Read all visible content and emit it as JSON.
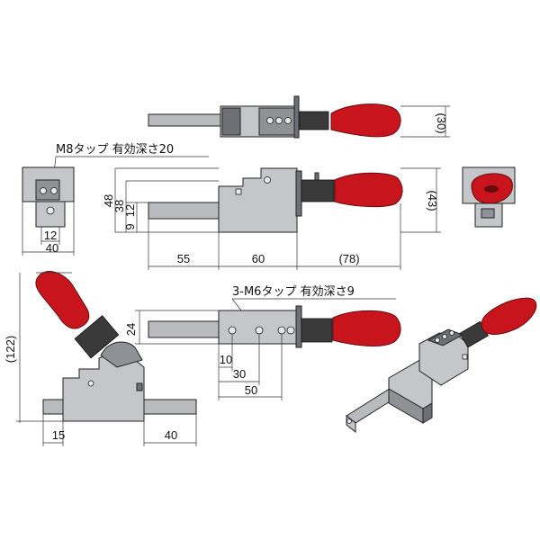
{
  "notes": {
    "top_tap": "M8タップ 有効深さ20",
    "mid_tap": "3-M6タップ 有効深さ9"
  },
  "dims": {
    "top_height": "(30)",
    "side_48": "48",
    "side_38": "38",
    "side_12": "12",
    "side_9": "9",
    "side_43": "(43)",
    "end_12": "12",
    "end_40": "40",
    "len_55": "55",
    "len_60": "60",
    "len_78": "(78)",
    "mid_24": "24",
    "mid_10": "10",
    "mid_30": "30",
    "mid_50": "50",
    "open_122": "(122)",
    "open_15": "15",
    "open_40": "40"
  },
  "colors": {
    "knob": "#c8141c",
    "body": "#8f9196"
  }
}
